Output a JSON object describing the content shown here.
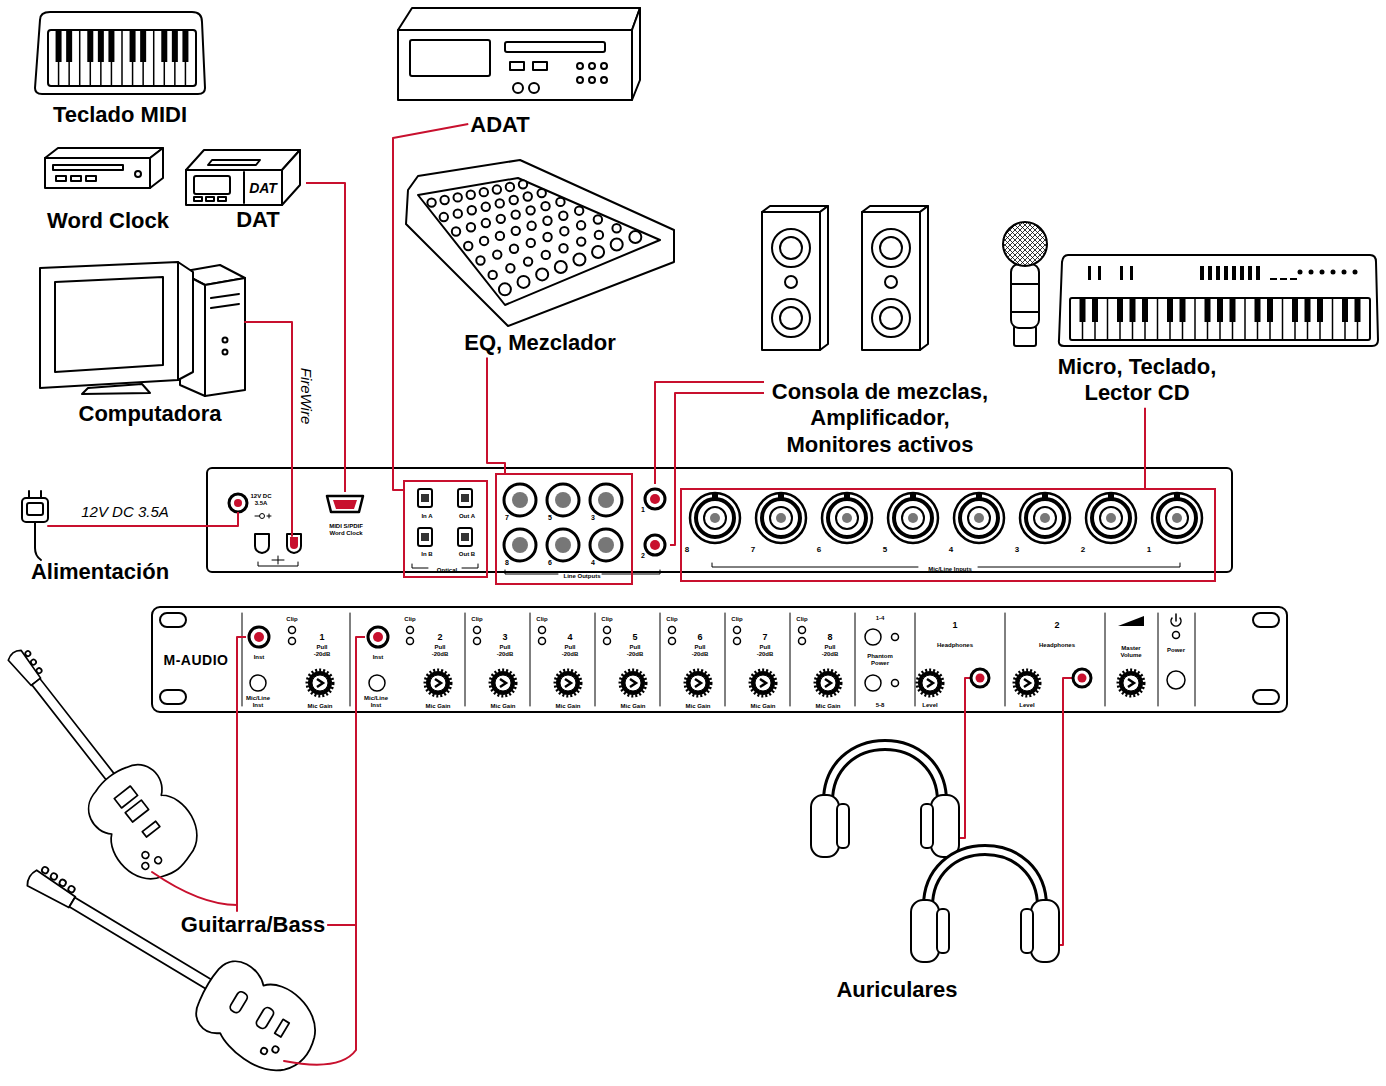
{
  "diagram": {
    "nodes": [
      {
        "text": [
          "Teclado MIDI"
        ]
      },
      {
        "text": [
          "Word Clock"
        ]
      },
      {
        "text": [
          "DAT"
        ]
      },
      {
        "text": [
          "Computadora"
        ]
      },
      {
        "text": [
          "ADAT"
        ]
      },
      {
        "text": [
          "EQ, Mezclador"
        ]
      },
      {
        "text": [
          "Consola de mezclas, Amplificador, Monitores activos"
        ]
      },
      {
        "text": [
          "Micro, Teclado, Lector CD"
        ]
      },
      {
        "text": [
          "Alimentación"
        ]
      },
      {
        "text": [
          "Guitarra/Bass"
        ]
      },
      {
        "text": [
          "Auriculares"
        ]
      },
      {
        "text": [
          "12V DC 3.5A"
        ]
      },
      {
        "text": [
          "MIDI S/PDIF Word Clock"
        ]
      },
      {
        "text": [
          "In A",
          "Out A",
          "In B",
          "Out B",
          "Optical"
        ]
      },
      {
        "text": [
          "7",
          "5",
          "3",
          "8",
          "6",
          "4",
          "Line Outputs"
        ]
      },
      {
        "text": [
          "1"
        ]
      },
      {
        "text": [
          "2"
        ]
      },
      {
        "text": [
          "8",
          "7",
          "6",
          "5",
          "4",
          "3",
          "2",
          "1",
          "Mic/Line Inputs"
        ]
      },
      {
        "text": [
          "Inst"
        ]
      },
      {
        "text": [
          "Inst"
        ]
      },
      {
        "text": [
          "1",
          "Headphones",
          "Level"
        ]
      },
      {
        "text": [
          "2",
          "Headphones",
          "Level"
        ]
      }
    ],
    "edges": [
      {
        "from": 2,
        "to": 12,
        "arrow": "none"
      },
      {
        "from": 4,
        "to": 13,
        "arrow": "none"
      },
      {
        "from": 5,
        "to": 14,
        "arrow": "none"
      },
      {
        "from": 6,
        "to": 15,
        "arrow": "none"
      },
      {
        "from": 6,
        "to": 16,
        "arrow": "none"
      },
      {
        "from": 7,
        "to": 17,
        "arrow": "none"
      },
      {
        "from": 8,
        "to": 11,
        "label": "12V DC 3.5A",
        "arrow": "none"
      },
      {
        "from": 9,
        "to": 18,
        "arrow": "none"
      },
      {
        "from": 9,
        "to": 19,
        "arrow": "none"
      },
      {
        "from": 10,
        "to": 20,
        "arrow": "none"
      },
      {
        "from": 10,
        "to": 21,
        "arrow": "none"
      }
    ],
    "labels": [
      "FireWire",
      "DAT",
      "M-AUDIO",
      "Clip",
      "1",
      "Pull -20dB",
      "Mic/Line Inst",
      "Mic Gain",
      "Clip",
      "2",
      "Pull -20dB",
      "Mic/Line Inst",
      "Mic Gain",
      "Clip",
      "3",
      "Pull -20dB",
      "Mic Gain",
      "Clip",
      "4",
      "Pull -20dB",
      "Mic Gain",
      "Clip",
      "5",
      "Pull -20dB",
      "Mic Gain",
      "Clip",
      "6",
      "Pull -20dB",
      "Mic Gain",
      "Clip",
      "7",
      "Pull -20dB",
      "Mic Gain",
      "Clip",
      "8",
      "Pull -20dB",
      "Mic Gain",
      "1-4",
      "Phantom Power",
      "5-8",
      "Master Volume",
      "Power"
    ]
  }
}
